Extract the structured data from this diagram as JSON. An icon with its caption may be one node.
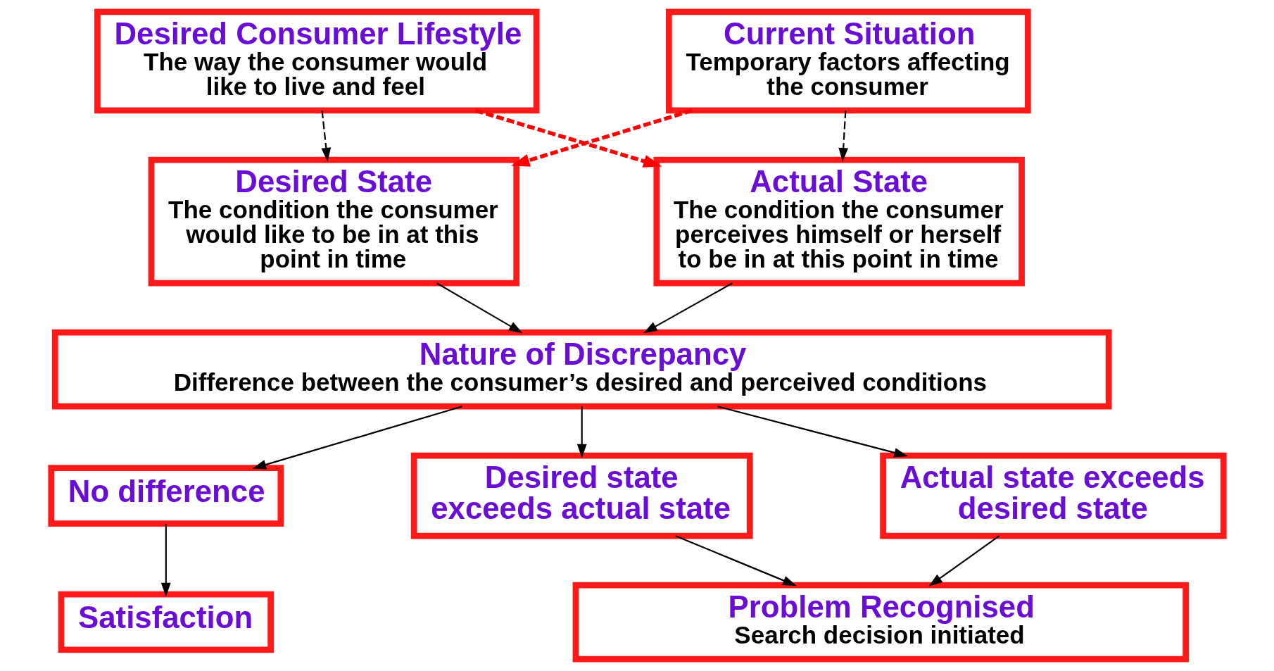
{
  "diagram": {
    "nodes": [
      {
        "text": [
          "Desired Consumer Lifestyle",
          "The way the consumer would like to live and feel"
        ]
      },
      {
        "text": [
          "Current Situation",
          "Temporary factors affecting the consumer"
        ]
      },
      {
        "text": [
          "Desired State",
          "The condition the consumer would like to be in at this point in time"
        ]
      },
      {
        "text": [
          "Actual State",
          "The condition the consumer perceives himself or herself to be in at this point in time"
        ]
      },
      {
        "text": [
          "Nature of Discrepancy",
          "Difference between the consumer’s desired and perceived conditions"
        ]
      },
      {
        "text": [
          "No difference"
        ]
      },
      {
        "text": [
          "Desired state exceeds actual state"
        ]
      },
      {
        "text": [
          "Actual state exceeds desired state"
        ]
      },
      {
        "text": [
          "Satisfaction"
        ]
      },
      {
        "text": [
          "Problem Recognised",
          "Search decision initiated"
        ]
      }
    ],
    "edges": [
      {
        "from": 0,
        "to": 2,
        "arrow": "to",
        "style": "dashed"
      },
      {
        "from": 0,
        "to": 3,
        "arrow": "to",
        "style": "dashed",
        "color": "#ff0000"
      },
      {
        "from": 1,
        "to": 2,
        "arrow": "to",
        "style": "dashed",
        "color": "#ff0000"
      },
      {
        "from": 1,
        "to": 3,
        "arrow": "to",
        "style": "dashed"
      },
      {
        "from": 2,
        "to": 4,
        "arrow": "to"
      },
      {
        "from": 3,
        "to": 4,
        "arrow": "to"
      },
      {
        "from": 4,
        "to": 5,
        "arrow": "to"
      },
      {
        "from": 4,
        "to": 6,
        "arrow": "to"
      },
      {
        "from": 4,
        "to": 7,
        "arrow": "to"
      },
      {
        "from": 5,
        "to": 8,
        "arrow": "to"
      },
      {
        "from": 6,
        "to": 9,
        "arrow": "to"
      },
      {
        "from": 7,
        "to": 9,
        "arrow": "to"
      }
    ]
  }
}
